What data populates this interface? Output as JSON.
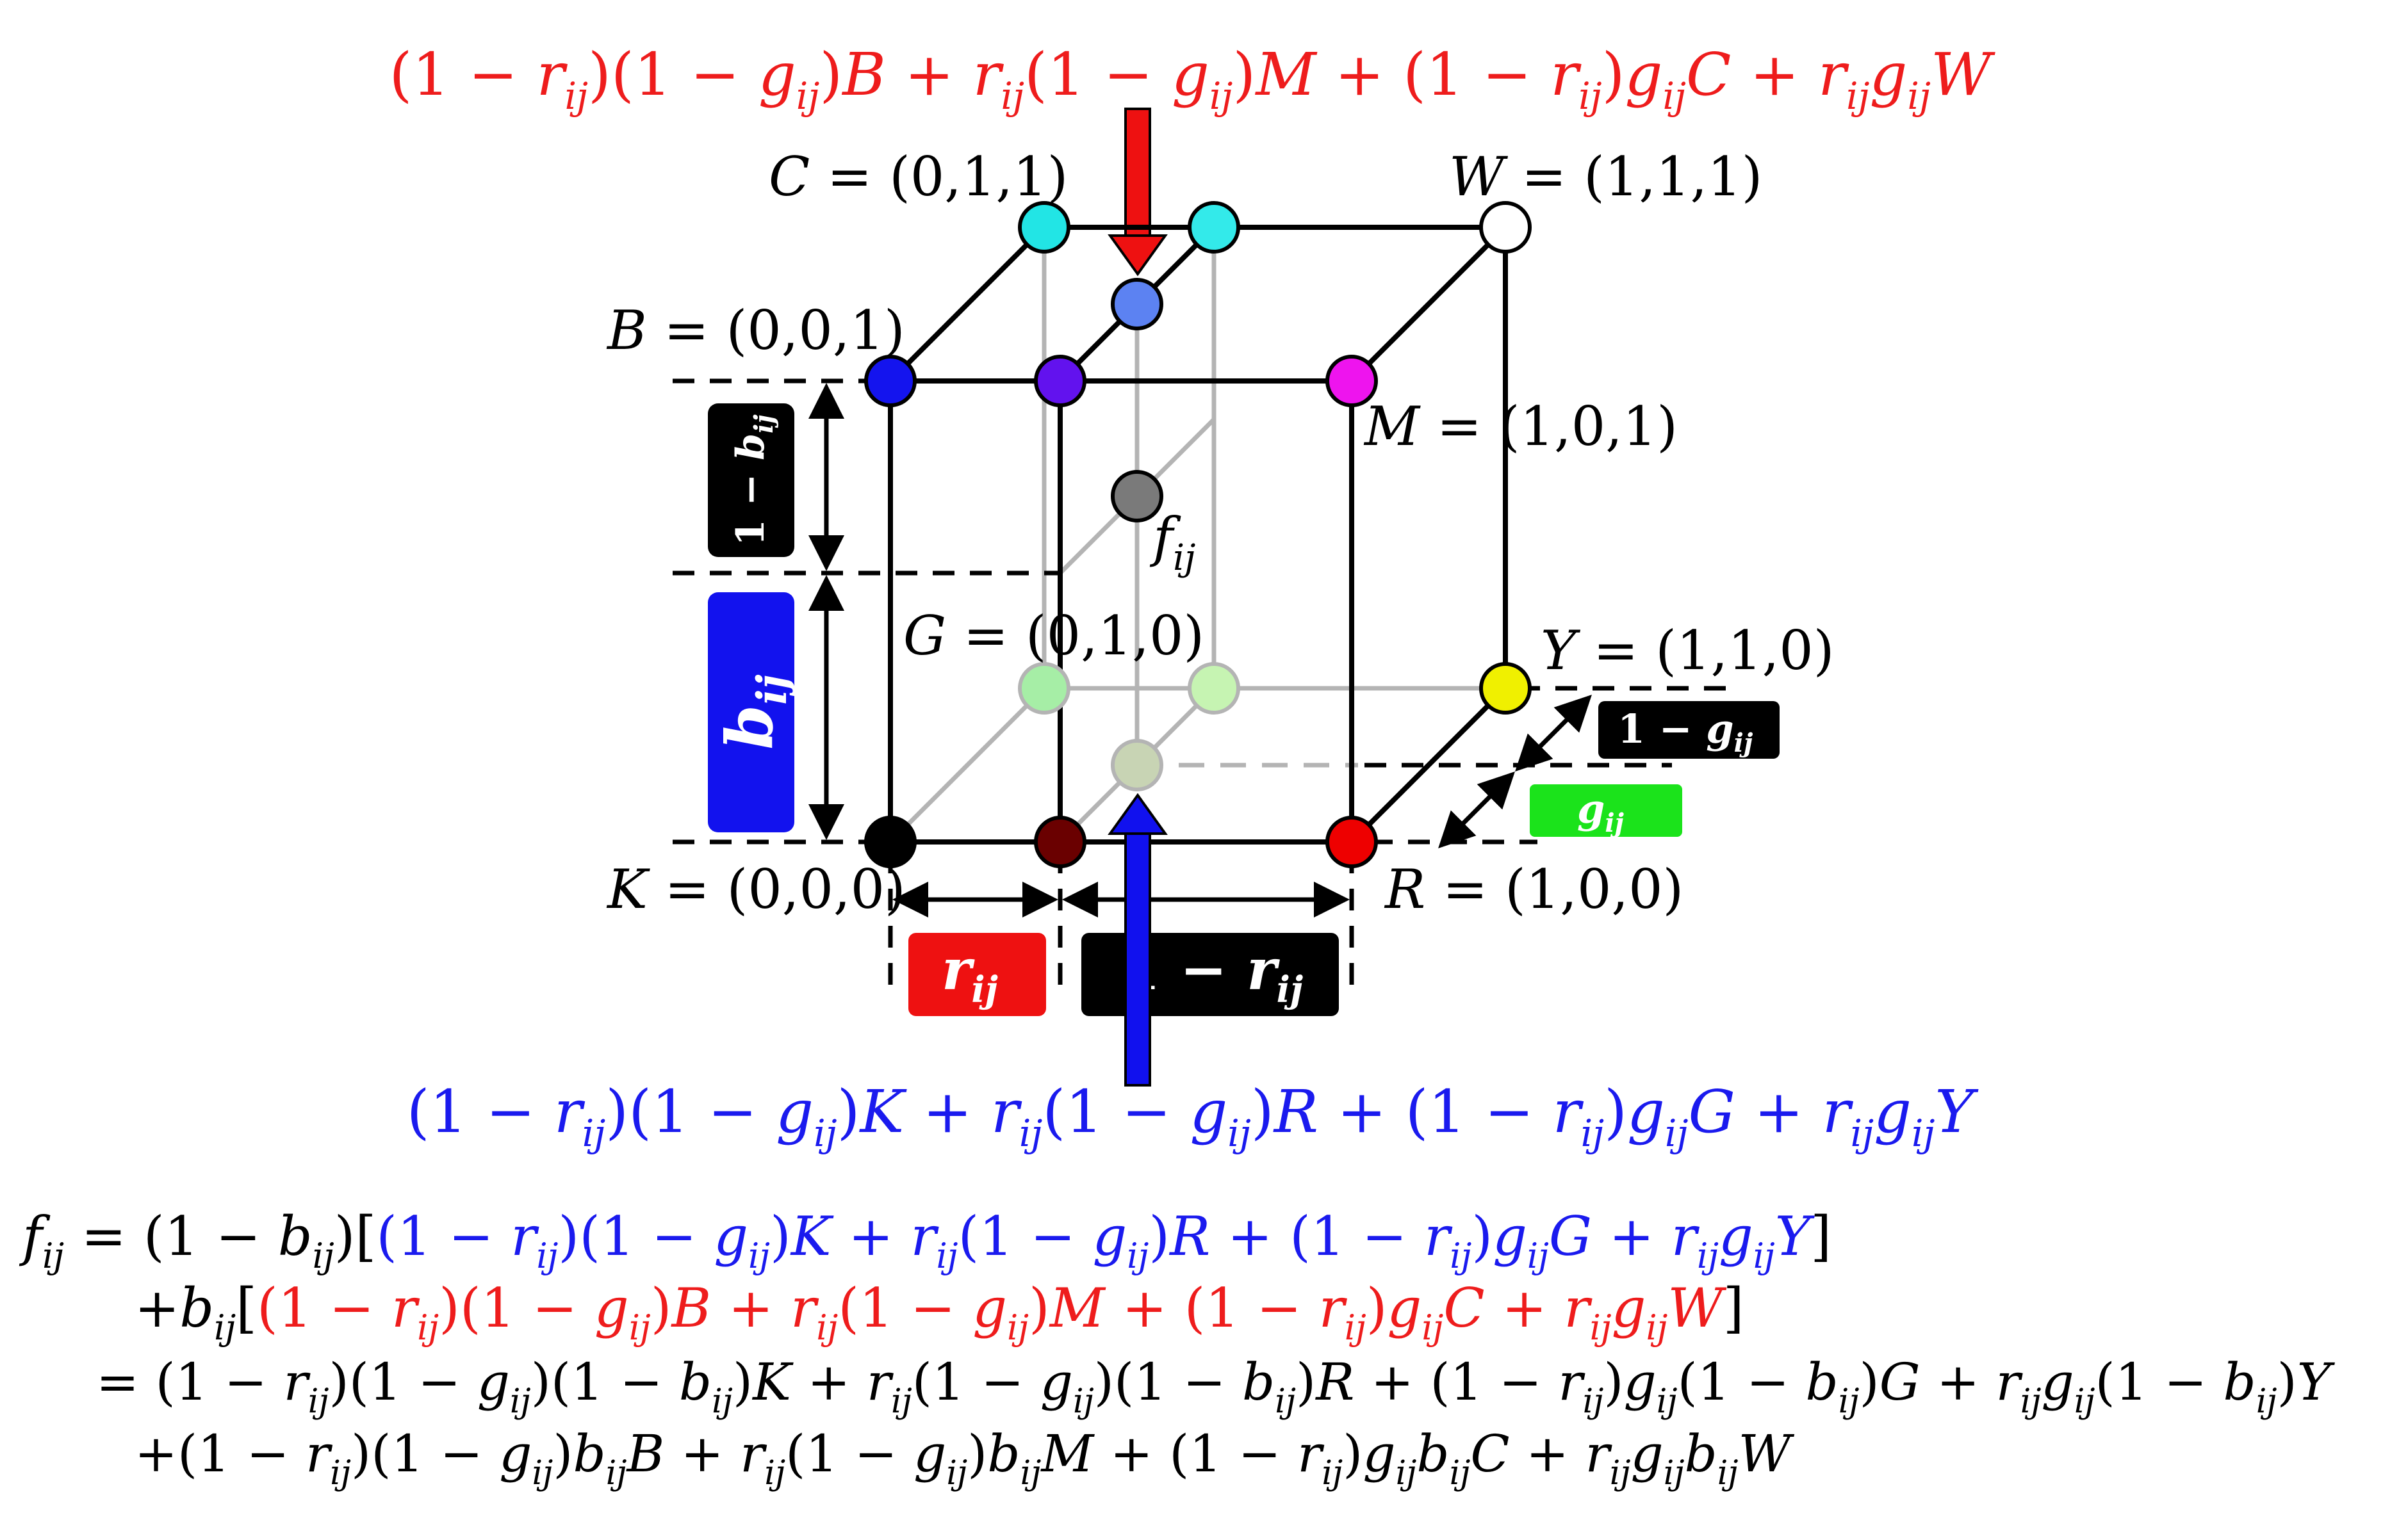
{
  "colors": {
    "red": "#ee1c1c",
    "blue": "#1a1aee",
    "black": "#000000",
    "green_box": "#1be31b",
    "blue_box": "#1212ee",
    "red_box": "#ee1111",
    "edge_gray": "#b4b4b4"
  },
  "vertex_labels": {
    "C": "C = (0,1,1)",
    "W": "W = (1,1,1)",
    "B": "B = (0,0,1)",
    "M": "M = (1,0,1)",
    "G": "G = (0,1,0)",
    "Y": "Y = (1,1,0)",
    "K": "K = (0,0,0)",
    "R": "R = (1,0,0)",
    "f": "fij"
  },
  "vertex_colors": {
    "C": "#22e5e5",
    "C_mid": "#33eaea",
    "W": "#ffffff",
    "B": "#1414ee",
    "BM_mid": "#6212ee",
    "M": "#ee14ee",
    "top_mid": "#5c82f2",
    "f": "#7a7a7a",
    "G": "#a6eea6",
    "GY_mid": "#c6f4b2",
    "bottom_mid": "#c8d4b4",
    "Y": "#f0f000",
    "K": "#000000",
    "KR_mid": "#6a0000",
    "R": "#ee0000"
  },
  "dimension_boxes": {
    "one_minus_b": "1 − bij",
    "b": "bij",
    "r": "rij",
    "one_minus_r": "1 − rij",
    "one_minus_g": "1 − gij",
    "g": "gij"
  },
  "formulas": {
    "top": "(1 − rij)(1 − gij)B + rij(1 − gij)M + (1 − rij)gijC + rijgijW",
    "bottom": "(1 − rij)(1 − gij)K + rij(1 − gij)R + (1 − rij)gijG + rijgijY",
    "line1": "fij = (1 − bij)[(1 − rij)(1 − gij)K + rij(1 − gij)R + (1 − rij)gijG + rijgijY]",
    "line2": "+bij[(1 − rij)(1 − gij)B + rij(1 − gij)M + (1 − rij)gijC + rijgijW]",
    "line3": "= (1 − rij)(1 − gij)(1 − bij)K + rij(1 − gij)(1 − bij)R + (1 − rij)gij(1 − bij)G + rijgij(1 − bij)Y",
    "line4": "+(1 − rij)(1 − gij)bijB + rij(1 − gij)bijM + (1 − rij)gijbijC + rijgijbijW"
  }
}
